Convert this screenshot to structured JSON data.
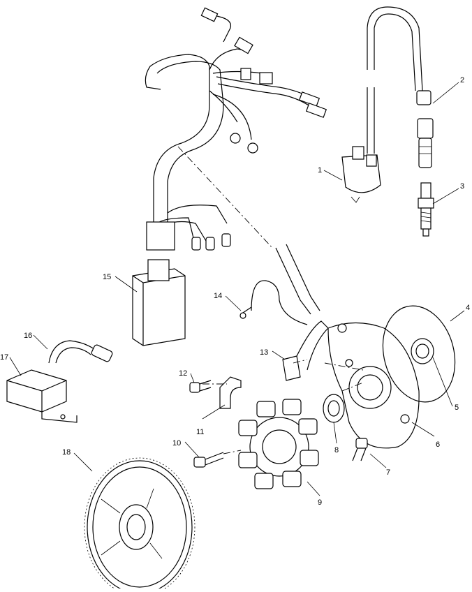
{
  "diagram": {
    "callouts": [
      {
        "id": "callout-1",
        "label": "1"
      },
      {
        "id": "callout-2",
        "label": "2"
      },
      {
        "id": "callout-3",
        "label": "3"
      },
      {
        "id": "callout-4",
        "label": "4"
      },
      {
        "id": "callout-5",
        "label": "5"
      },
      {
        "id": "callout-6",
        "label": "6"
      },
      {
        "id": "callout-7",
        "label": "7"
      },
      {
        "id": "callout-8",
        "label": "8"
      },
      {
        "id": "callout-9",
        "label": "9"
      },
      {
        "id": "callout-10",
        "label": "10"
      },
      {
        "id": "callout-11",
        "label": "11"
      },
      {
        "id": "callout-12",
        "label": "12"
      },
      {
        "id": "callout-13",
        "label": "13"
      },
      {
        "id": "callout-14",
        "label": "14"
      },
      {
        "id": "callout-15",
        "label": "15"
      },
      {
        "id": "callout-16",
        "label": "16"
      },
      {
        "id": "callout-17",
        "label": "17"
      },
      {
        "id": "callout-18",
        "label": "18"
      }
    ]
  }
}
